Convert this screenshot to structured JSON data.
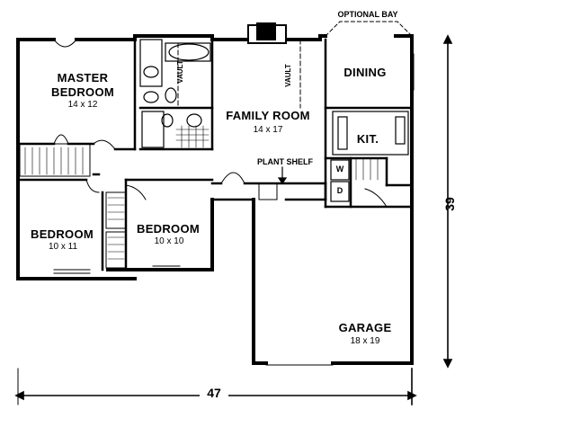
{
  "plan": {
    "rooms": [
      {
        "id": "master",
        "name_line1": "MASTER",
        "name_line2": "BEDROOM",
        "size": "14 x 12"
      },
      {
        "id": "family",
        "name": "FAMILY ROOM",
        "size": "14 x 17"
      },
      {
        "id": "dining",
        "name": "DINING"
      },
      {
        "id": "kitchen",
        "name": "KIT."
      },
      {
        "id": "bed2",
        "name": "BEDROOM",
        "size": "10 x 11"
      },
      {
        "id": "bed3",
        "name": "BEDROOM",
        "size": "10 x 10"
      },
      {
        "id": "garage",
        "name": "GARAGE",
        "size": "18 x 19"
      }
    ],
    "annotations": {
      "optional_bay": "OPTIONAL BAY",
      "plant_shelf": "PLANT SHELF",
      "vault_bath": "VAULT",
      "vault_family": "VAULT",
      "washer": "W",
      "dryer": "D"
    },
    "dimensions": {
      "width": "47",
      "depth": "39"
    }
  }
}
